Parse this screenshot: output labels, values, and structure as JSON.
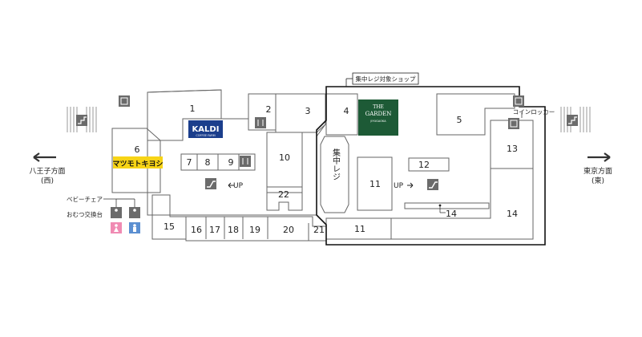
{
  "units": [
    "1",
    "2",
    "3",
    "4",
    "5",
    "6",
    "7",
    "8",
    "9",
    "10",
    "11",
    "12",
    "13",
    "14",
    "15",
    "16",
    "17",
    "18",
    "19",
    "20",
    "21",
    "22"
  ],
  "unit_11_second": "11",
  "unit_14_second": "14",
  "callout_central_register": "集中レジ対象ショップ",
  "central_register_label": "集中レジ",
  "coin_locker_label": "コインロッカー",
  "up_label": "UP",
  "west_direction": "八王子方面",
  "west_sub": "(西)",
  "east_direction": "東京方面",
  "east_sub": "(東)",
  "baby_chair": "ベビーチェア",
  "diaper_table": "おむつ交換台",
  "logo_kaldi": "KALDI",
  "logo_kaldi_sub": "COFFEE FARM",
  "logo_garden_top": "THE",
  "logo_garden_main": "GARDEN",
  "logo_garden_sub": "JIYUGAOKA",
  "logo_matsukiyo": "マツモトキヨシ",
  "colors": {
    "wall": "#555555",
    "garden_green": "#1d5a36",
    "kaldi_blue": "#1b3e8c",
    "matsukiyo_yellow": "#f7d416",
    "icon_gray": "#6b6b6b",
    "female_pink": "#f08bb3",
    "male_blue": "#5b8fd1"
  }
}
